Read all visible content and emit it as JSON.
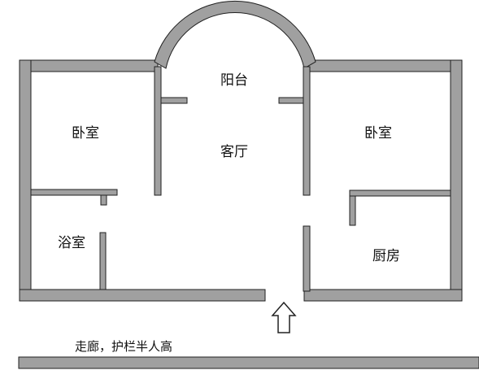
{
  "rooms": {
    "balcony": "阳台",
    "living_room": "客厅",
    "bedroom_left": "卧室",
    "bedroom_right": "卧室",
    "bathroom": "浴室",
    "kitchen": "厨房"
  },
  "corridor_label": "走廊，护栏半人高",
  "colors": {
    "wall_fill": "#a0a0a0",
    "wall_stroke": "#202020",
    "background": "#ffffff"
  },
  "icons": {
    "entrance": "up-arrow-icon"
  }
}
